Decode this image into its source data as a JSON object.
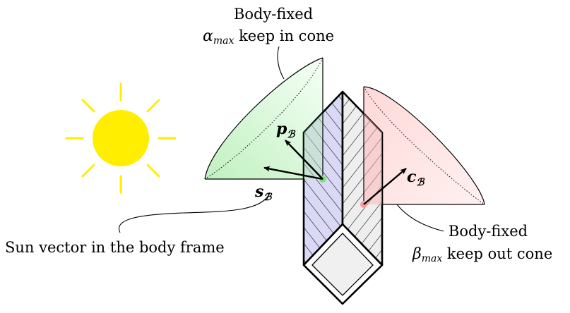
{
  "labels": {
    "keep_in_line1": "Body-fixed",
    "keep_in_line2_sym": "α",
    "keep_in_line2_sub": "max",
    "keep_in_line2_rest": " keep in cone",
    "keep_out_line1": "Body-fixed",
    "keep_out_line2_sym": "β",
    "keep_out_line2_sub": "max",
    "keep_out_line2_rest": " keep out cone",
    "sun_vector_caption": "Sun vector in the body frame",
    "vec_p_main": "p",
    "vec_p_sub": "ℬ",
    "vec_s_main": "s",
    "vec_s_sub": "ℬ",
    "vec_c_main": "c",
    "vec_c_sub": "ℬ"
  },
  "colors": {
    "sun": "#ffee00",
    "sun_rays": "#ffee00",
    "keep_in_cone": "#c8f5c8",
    "keep_out_cone": "#ffc0c0",
    "panel_hatch": "#d6d6f5",
    "body_fill": "#f0f0f0",
    "stroke": "#000000"
  }
}
